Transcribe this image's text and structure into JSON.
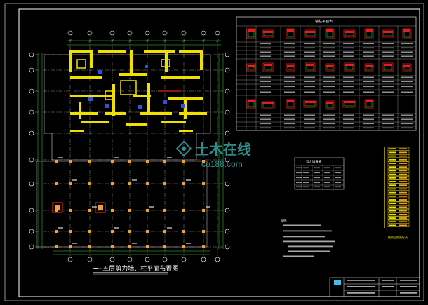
{
  "drawing": {
    "plan_title": "一~五层剪力墙、柱平面布置图",
    "watermark": {
      "text_cn": "土木在线",
      "text_en": "co188.com"
    },
    "colors": {
      "background": "#000000",
      "frame": "#ffffff",
      "wall": "#f0e000",
      "column": "#f0a030",
      "axis": "#d0d0d0",
      "dim": "#40d040",
      "label": "#e0e0e0",
      "accent_red": "#e02020",
      "accent_blue": "#3050e0",
      "watermark": "#3aa3a3"
    },
    "table_main_title": "墙柱平面表",
    "table_small_title": "剪力墙身表",
    "floor_table_title": "结构层楼面标高",
    "notes_header": "说明:"
  }
}
